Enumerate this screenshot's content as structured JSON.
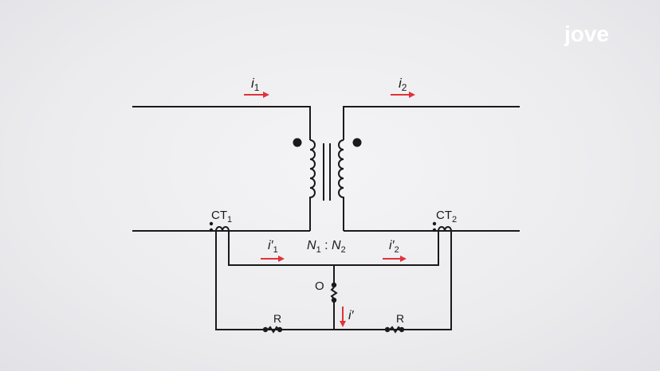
{
  "logo": {
    "text": "jove"
  },
  "labels": {
    "i1": {
      "main": "i",
      "sub": "1"
    },
    "i2": {
      "main": "i",
      "sub": "2"
    },
    "i1p": {
      "main": "i′",
      "sub": "1"
    },
    "i2p": {
      "main": "i′",
      "sub": "2"
    },
    "ip": {
      "main": "i′"
    },
    "ct1": {
      "main": "CT",
      "sub": "1"
    },
    "ct2": {
      "main": "CT",
      "sub": "2"
    },
    "ratio": {
      "n1": "N",
      "n1sub": "1",
      "sep": " : ",
      "n2": "N",
      "n2sub": "2"
    },
    "node_o": "O",
    "r_left": "R",
    "r_right": "R"
  },
  "colors": {
    "wire": "#1a1a1a",
    "arrow": "#e0333a",
    "background": "#ececef"
  }
}
